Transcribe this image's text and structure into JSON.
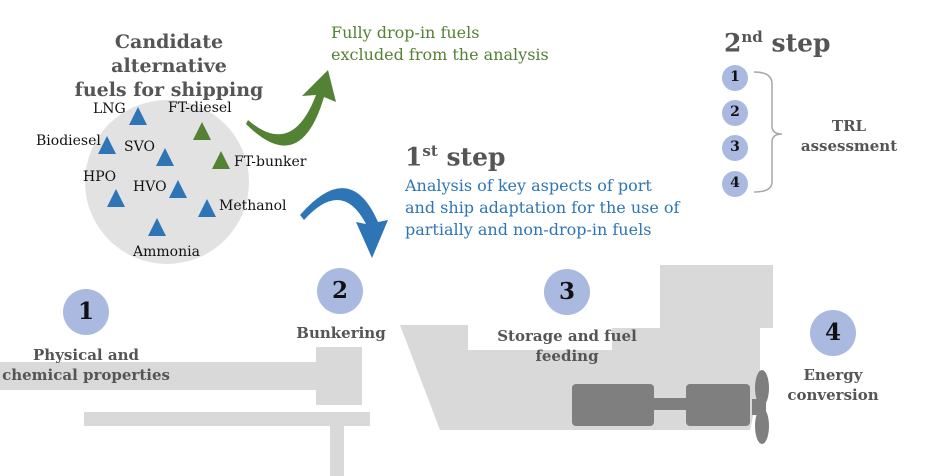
{
  "candidate": {
    "title_line1": "Candidate alternative",
    "title_line2": "fuels for shipping",
    "fuels": [
      {
        "label": "LNG",
        "type": "partial"
      },
      {
        "label": "FT-diesel",
        "type": "drop-in"
      },
      {
        "label": "Biodiesel",
        "type": "partial"
      },
      {
        "label": "SVO",
        "type": "partial"
      },
      {
        "label": "FT-bunker",
        "type": "drop-in"
      },
      {
        "label": "HPO",
        "type": "partial"
      },
      {
        "label": "HVO",
        "type": "partial"
      },
      {
        "label": "Methanol",
        "type": "partial"
      },
      {
        "label": "Ammonia",
        "type": "partial"
      }
    ]
  },
  "excluded": {
    "line1": "Fully drop-in fuels",
    "line2": "excluded from the analysis"
  },
  "step1": {
    "base": "1",
    "sup": "st",
    "word": " step",
    "desc_line1": "Analysis of key aspects of port",
    "desc_line2": "and ship adaptation for the use of",
    "desc_line3": "partially and non-drop-in fuels"
  },
  "step2": {
    "base": "2",
    "sup": "nd",
    "word": " step",
    "items": [
      "1",
      "2",
      "3",
      "4"
    ],
    "trl_line1": "TRL",
    "trl_line2": "assessment"
  },
  "aspects": [
    {
      "number": "1",
      "line1": "Physical and",
      "line2": "chemical properties"
    },
    {
      "number": "2",
      "line1": "Bunkering",
      "line2": ""
    },
    {
      "number": "3",
      "line1": "Storage and fuel",
      "line2": "feeding"
    },
    {
      "number": "4",
      "line1": "Energy",
      "line2": "conversion"
    }
  ],
  "colors": {
    "blue_text": "#2E75B6",
    "green_text": "#538135",
    "grey_title": "#555555",
    "circle_fill": "#A9B9E0",
    "triangle_blue": "#2E75B6",
    "triangle_green": "#548235",
    "cloud": "#E2E2E2",
    "ship_grey": "#D9D9D9",
    "engine_grey": "#7F7F7F"
  }
}
